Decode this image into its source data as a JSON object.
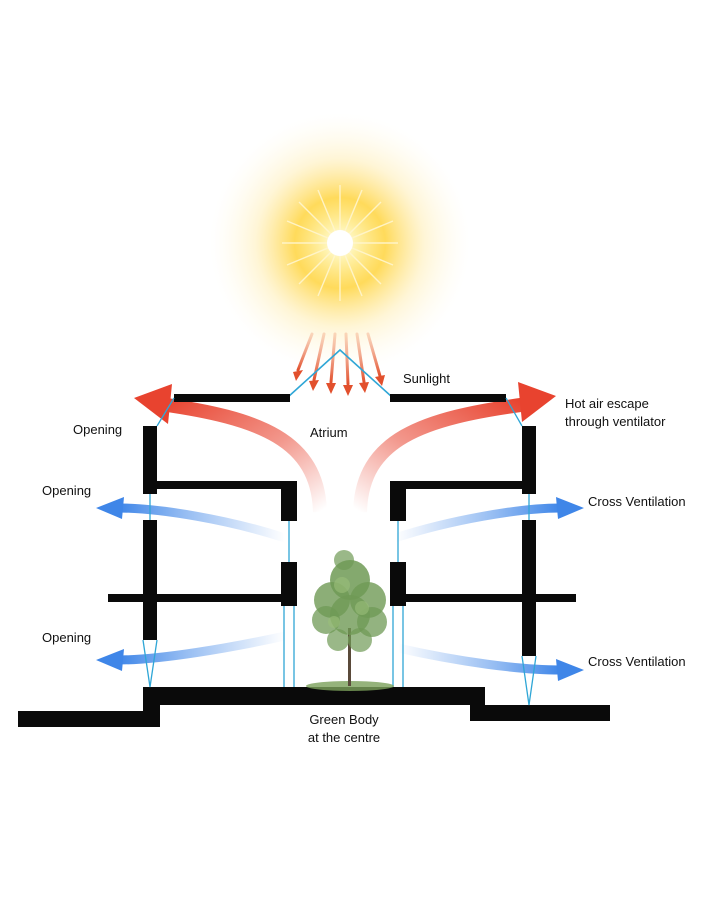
{
  "labels": {
    "sunlight": "Sunlight",
    "hot_air_line1": "Hot air escape",
    "hot_air_line2": "through ventilator",
    "atrium": "Atrium",
    "opening_top": "Opening",
    "opening_mid": "Opening",
    "opening_low": "Opening",
    "cross_vent_upper": "Cross Ventilation",
    "cross_vent_lower": "Cross Ventilation",
    "green_line1": "Green Body",
    "green_line2": "at the centre"
  },
  "colors": {
    "structure": "#0a0a0a",
    "hot_air": "#e8432f",
    "cool_air": "#3f86e8",
    "glazing": "#2fa6d6",
    "sun": "#ffd23a",
    "sun_glow": "#ffe9a0",
    "tree": "#6f9a55"
  },
  "icons": {
    "sun": "sun-icon",
    "tree": "tree-icon"
  }
}
